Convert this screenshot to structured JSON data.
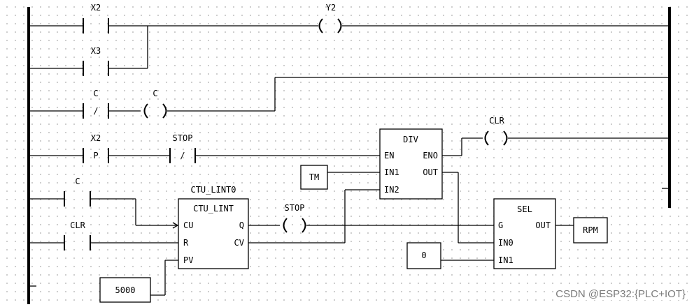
{
  "rung1": {
    "in1": "X2",
    "in2": "X3",
    "out": "Y2"
  },
  "rung2": {
    "in": "C",
    "in_symbol": "/",
    "out": "C"
  },
  "rung3": {
    "in1": "X2",
    "in1_symbol": "P",
    "in2": "STOP",
    "in2_symbol": "/",
    "out": "CLR"
  },
  "div_block": {
    "title": "DIV",
    "en": "EN",
    "eno": "ENO",
    "in1": "IN1",
    "out": "OUT",
    "in2": "IN2",
    "in1_const": "TM"
  },
  "counter": {
    "instance": "CTU_LINT0",
    "type": "CTU_LINT",
    "cu": "CU",
    "q": "Q",
    "r": "R",
    "cv": "CV",
    "pv": "PV",
    "cu_contact": "C",
    "r_contact": "CLR",
    "pv_const": "5000",
    "q_coil": "STOP"
  },
  "sel_block": {
    "title": "SEL",
    "g": "G",
    "out": "OUT",
    "in0": "IN0",
    "in1": "IN1",
    "in0_const": "0",
    "out_var": "RPM"
  },
  "watermark": "CSDN @ESP32:{PLC+IOT}"
}
